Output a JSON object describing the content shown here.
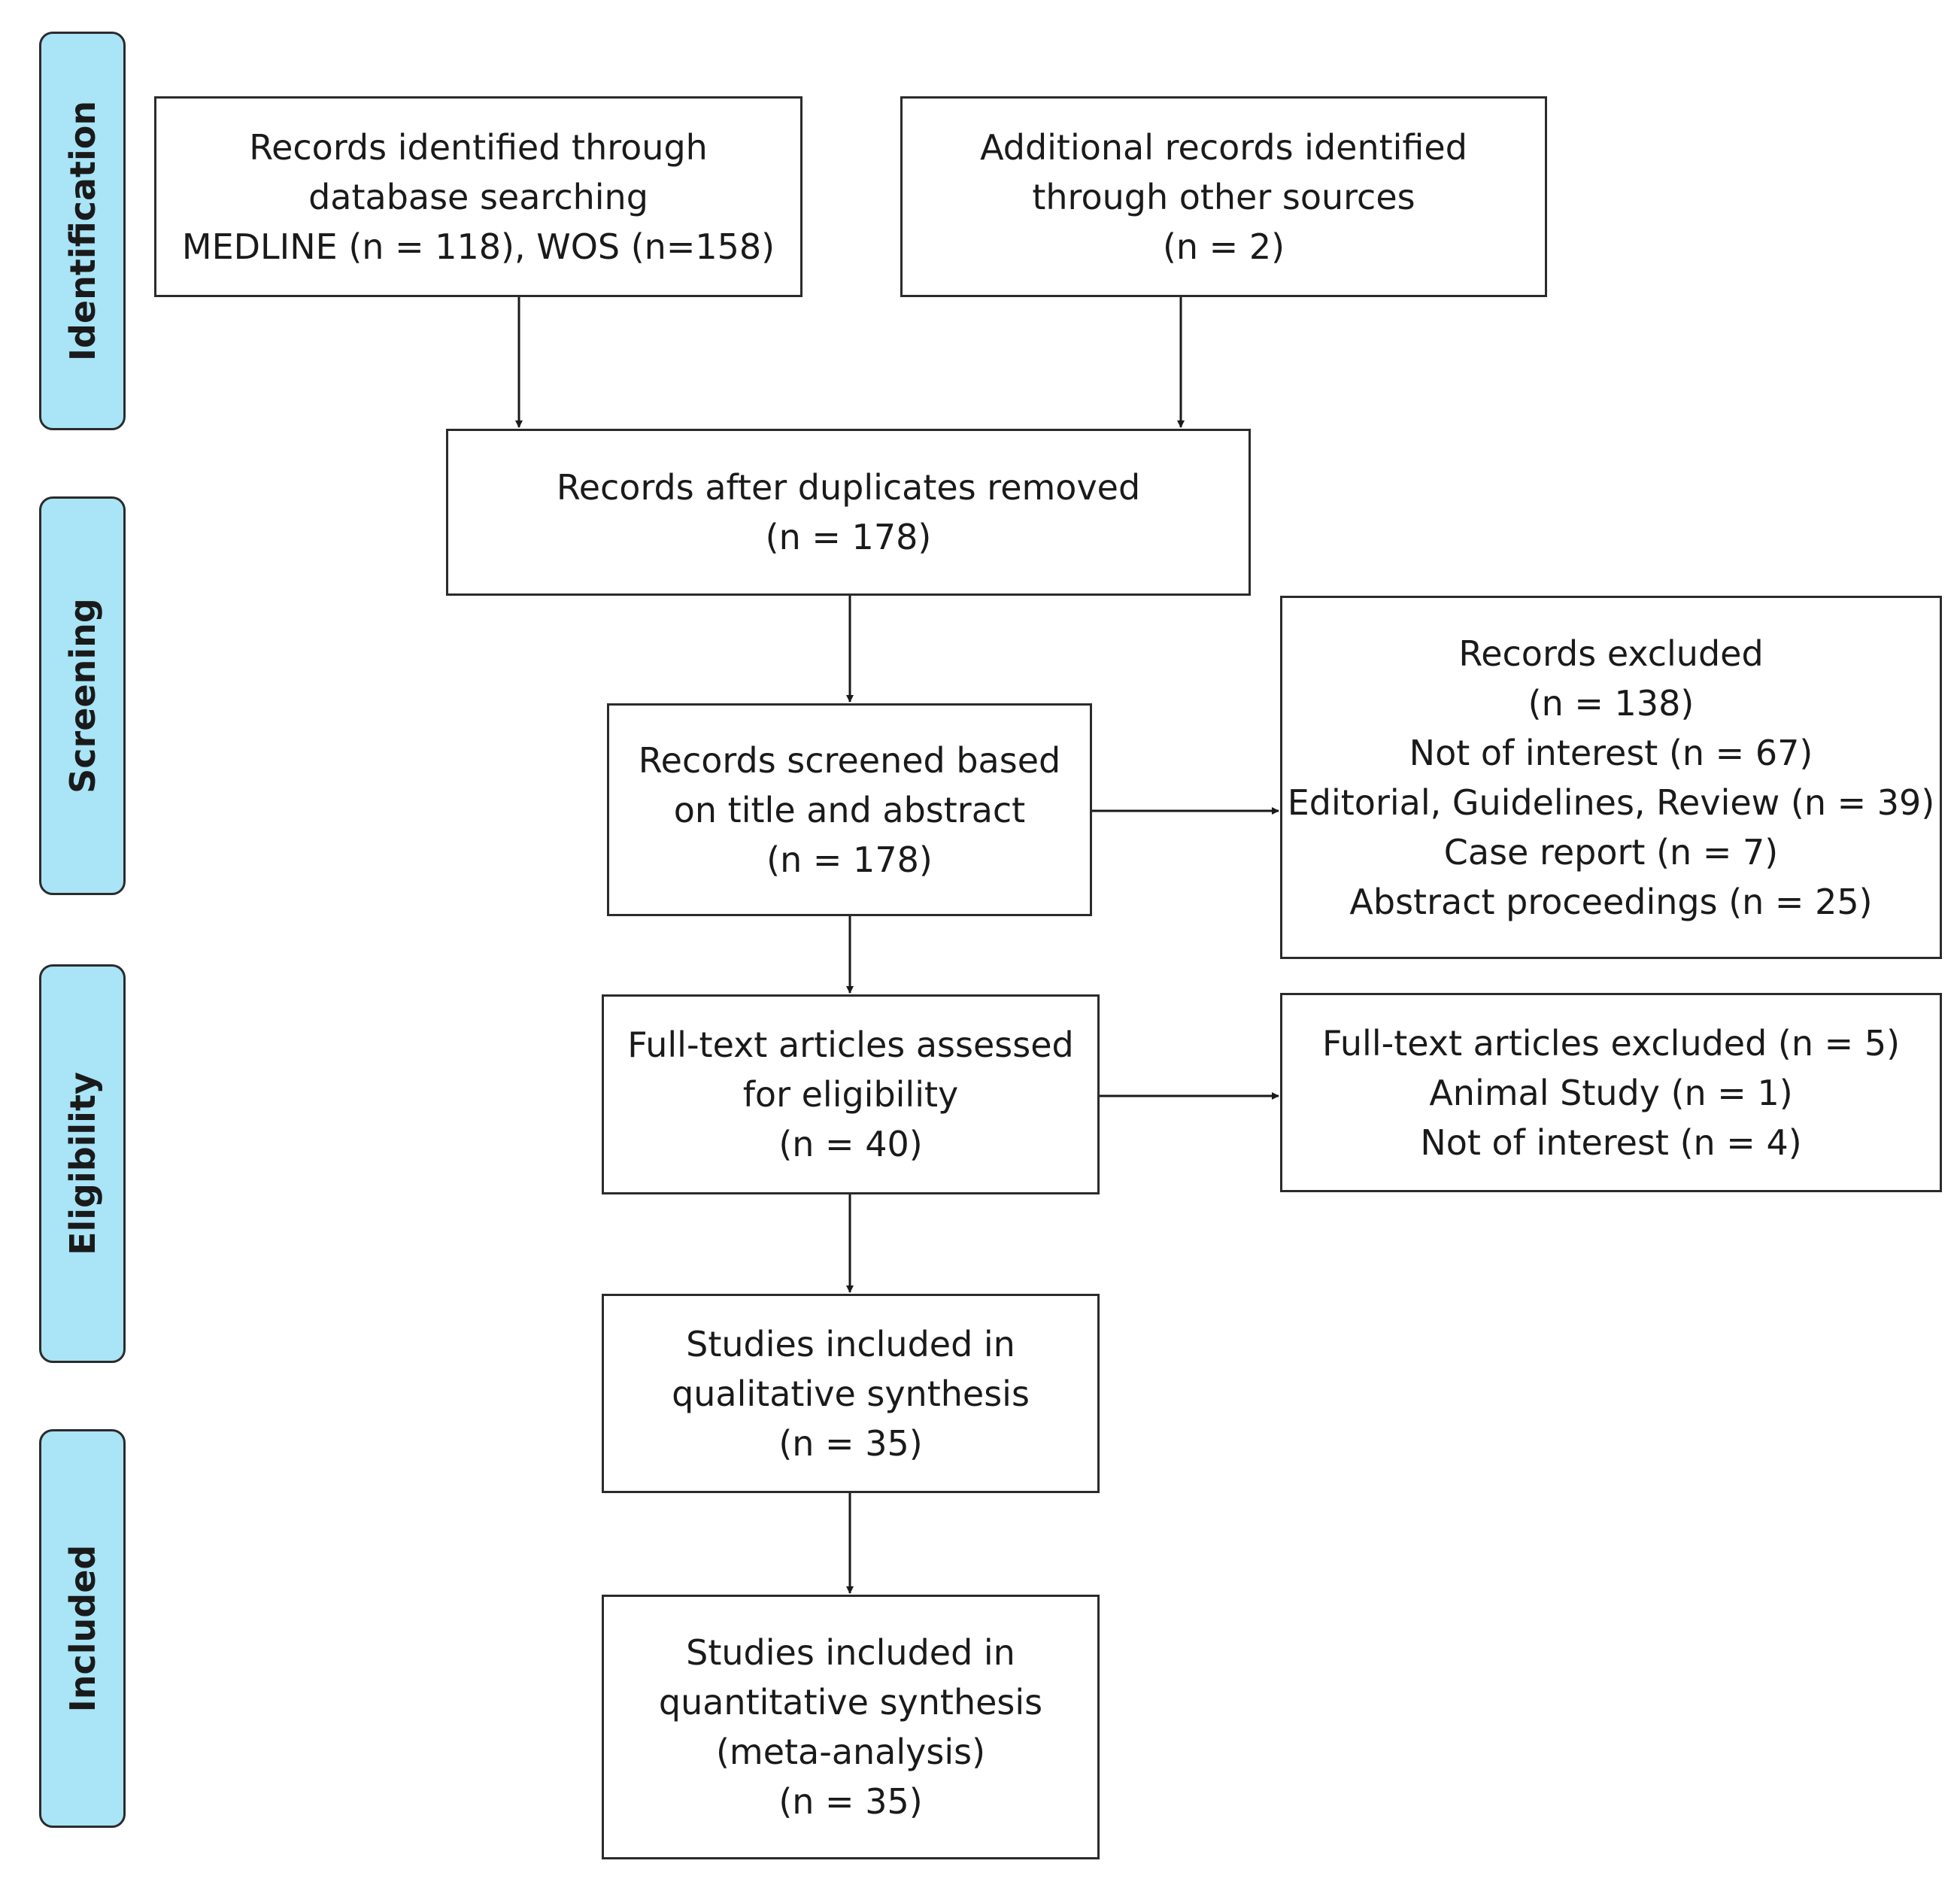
{
  "phases": [
    {
      "id": "identification",
      "label": "Identification"
    },
    {
      "id": "screening",
      "label": "Screening"
    },
    {
      "id": "eligibility",
      "label": "Eligibility"
    },
    {
      "id": "included",
      "label": "Included"
    }
  ],
  "boxes": {
    "database_records": {
      "lines": [
        "Records identified through",
        "database searching",
        "MEDLINE (n = 118), WOS (n=158)"
      ]
    },
    "other_records": {
      "lines": [
        "Additional records identified",
        "through other sources",
        "(n = 2)"
      ]
    },
    "after_duplicates": {
      "lines": [
        "Records after duplicates removed",
        "(n = 178)"
      ]
    },
    "screened": {
      "lines": [
        "Records screened based",
        "on title and abstract",
        "(n = 178)"
      ]
    },
    "records_excluded": {
      "lines": [
        "Records excluded",
        "(n =  138)",
        "Not of interest (n = 67)",
        "Editorial, Guidelines, Review (n = 39)",
        "Case report (n = 7)",
        "Abstract proceedings (n = 25)"
      ]
    },
    "full_text_assessed": {
      "lines": [
        "Full-text articles assessed",
        "for eligibility",
        "(n =  40)"
      ]
    },
    "full_text_excluded": {
      "lines": [
        "Full-text articles excluded (n =  5)",
        "Animal Study (n = 1)",
        "Not of interest (n = 4)"
      ]
    },
    "qualitative": {
      "lines": [
        "Studies included in",
        "qualitative synthesis",
        "(n =  35)"
      ]
    },
    "quantitative": {
      "lines": [
        "Studies included in",
        "quantitative synthesis",
        "(meta-analysis)",
        "(n = 35)"
      ]
    }
  }
}
